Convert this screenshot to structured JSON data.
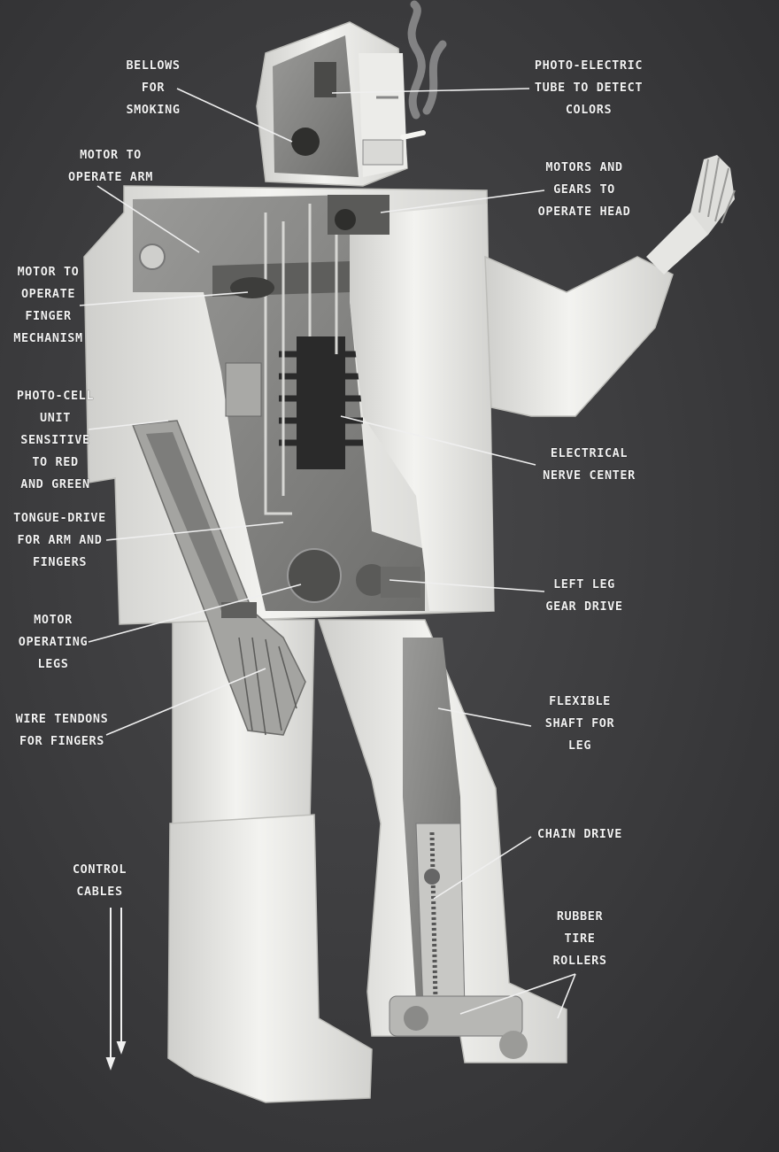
{
  "labels": {
    "bellows": "BELLOWS\nFOR\nSMOKING",
    "photo_tube": "PHOTO-ELECTRIC\nTUBE TO DETECT\nCOLORS",
    "motor_arm": "MOTOR TO\nOPERATE ARM",
    "motors_gears_head": "MOTORS AND\nGEARS TO\nOPERATE HEAD",
    "motor_finger": "MOTOR TO\nOPERATE\nFINGER\nMECHANISM",
    "photo_cell": "PHOTO-CELL\nUNIT SENSITIVE\nTO RED\nAND GREEN",
    "nerve_center": "ELECTRICAL\nNERVE CENTER",
    "tongue_drive": "TONGUE-DRIVE\nFOR ARM AND\nFINGERS",
    "left_leg_gear": "LEFT LEG\nGEAR DRIVE",
    "motor_legs": "MOTOR\nOPERATING\nLEGS",
    "wire_tendons": "WIRE TENDONS\nFOR FINGERS",
    "flexible_shaft": "FLEXIBLE\nSHAFT FOR\nLEG",
    "chain_drive": "CHAIN DRIVE",
    "control_cables": "CONTROL\nCABLES",
    "rubber_rollers": "RUBBER\nTIRE\nROLLERS"
  },
  "colors": {
    "background": "#3a3a3b",
    "shell": "#e9e9e6",
    "interior": "#8c8c8a",
    "text": "#f2f2f2"
  }
}
